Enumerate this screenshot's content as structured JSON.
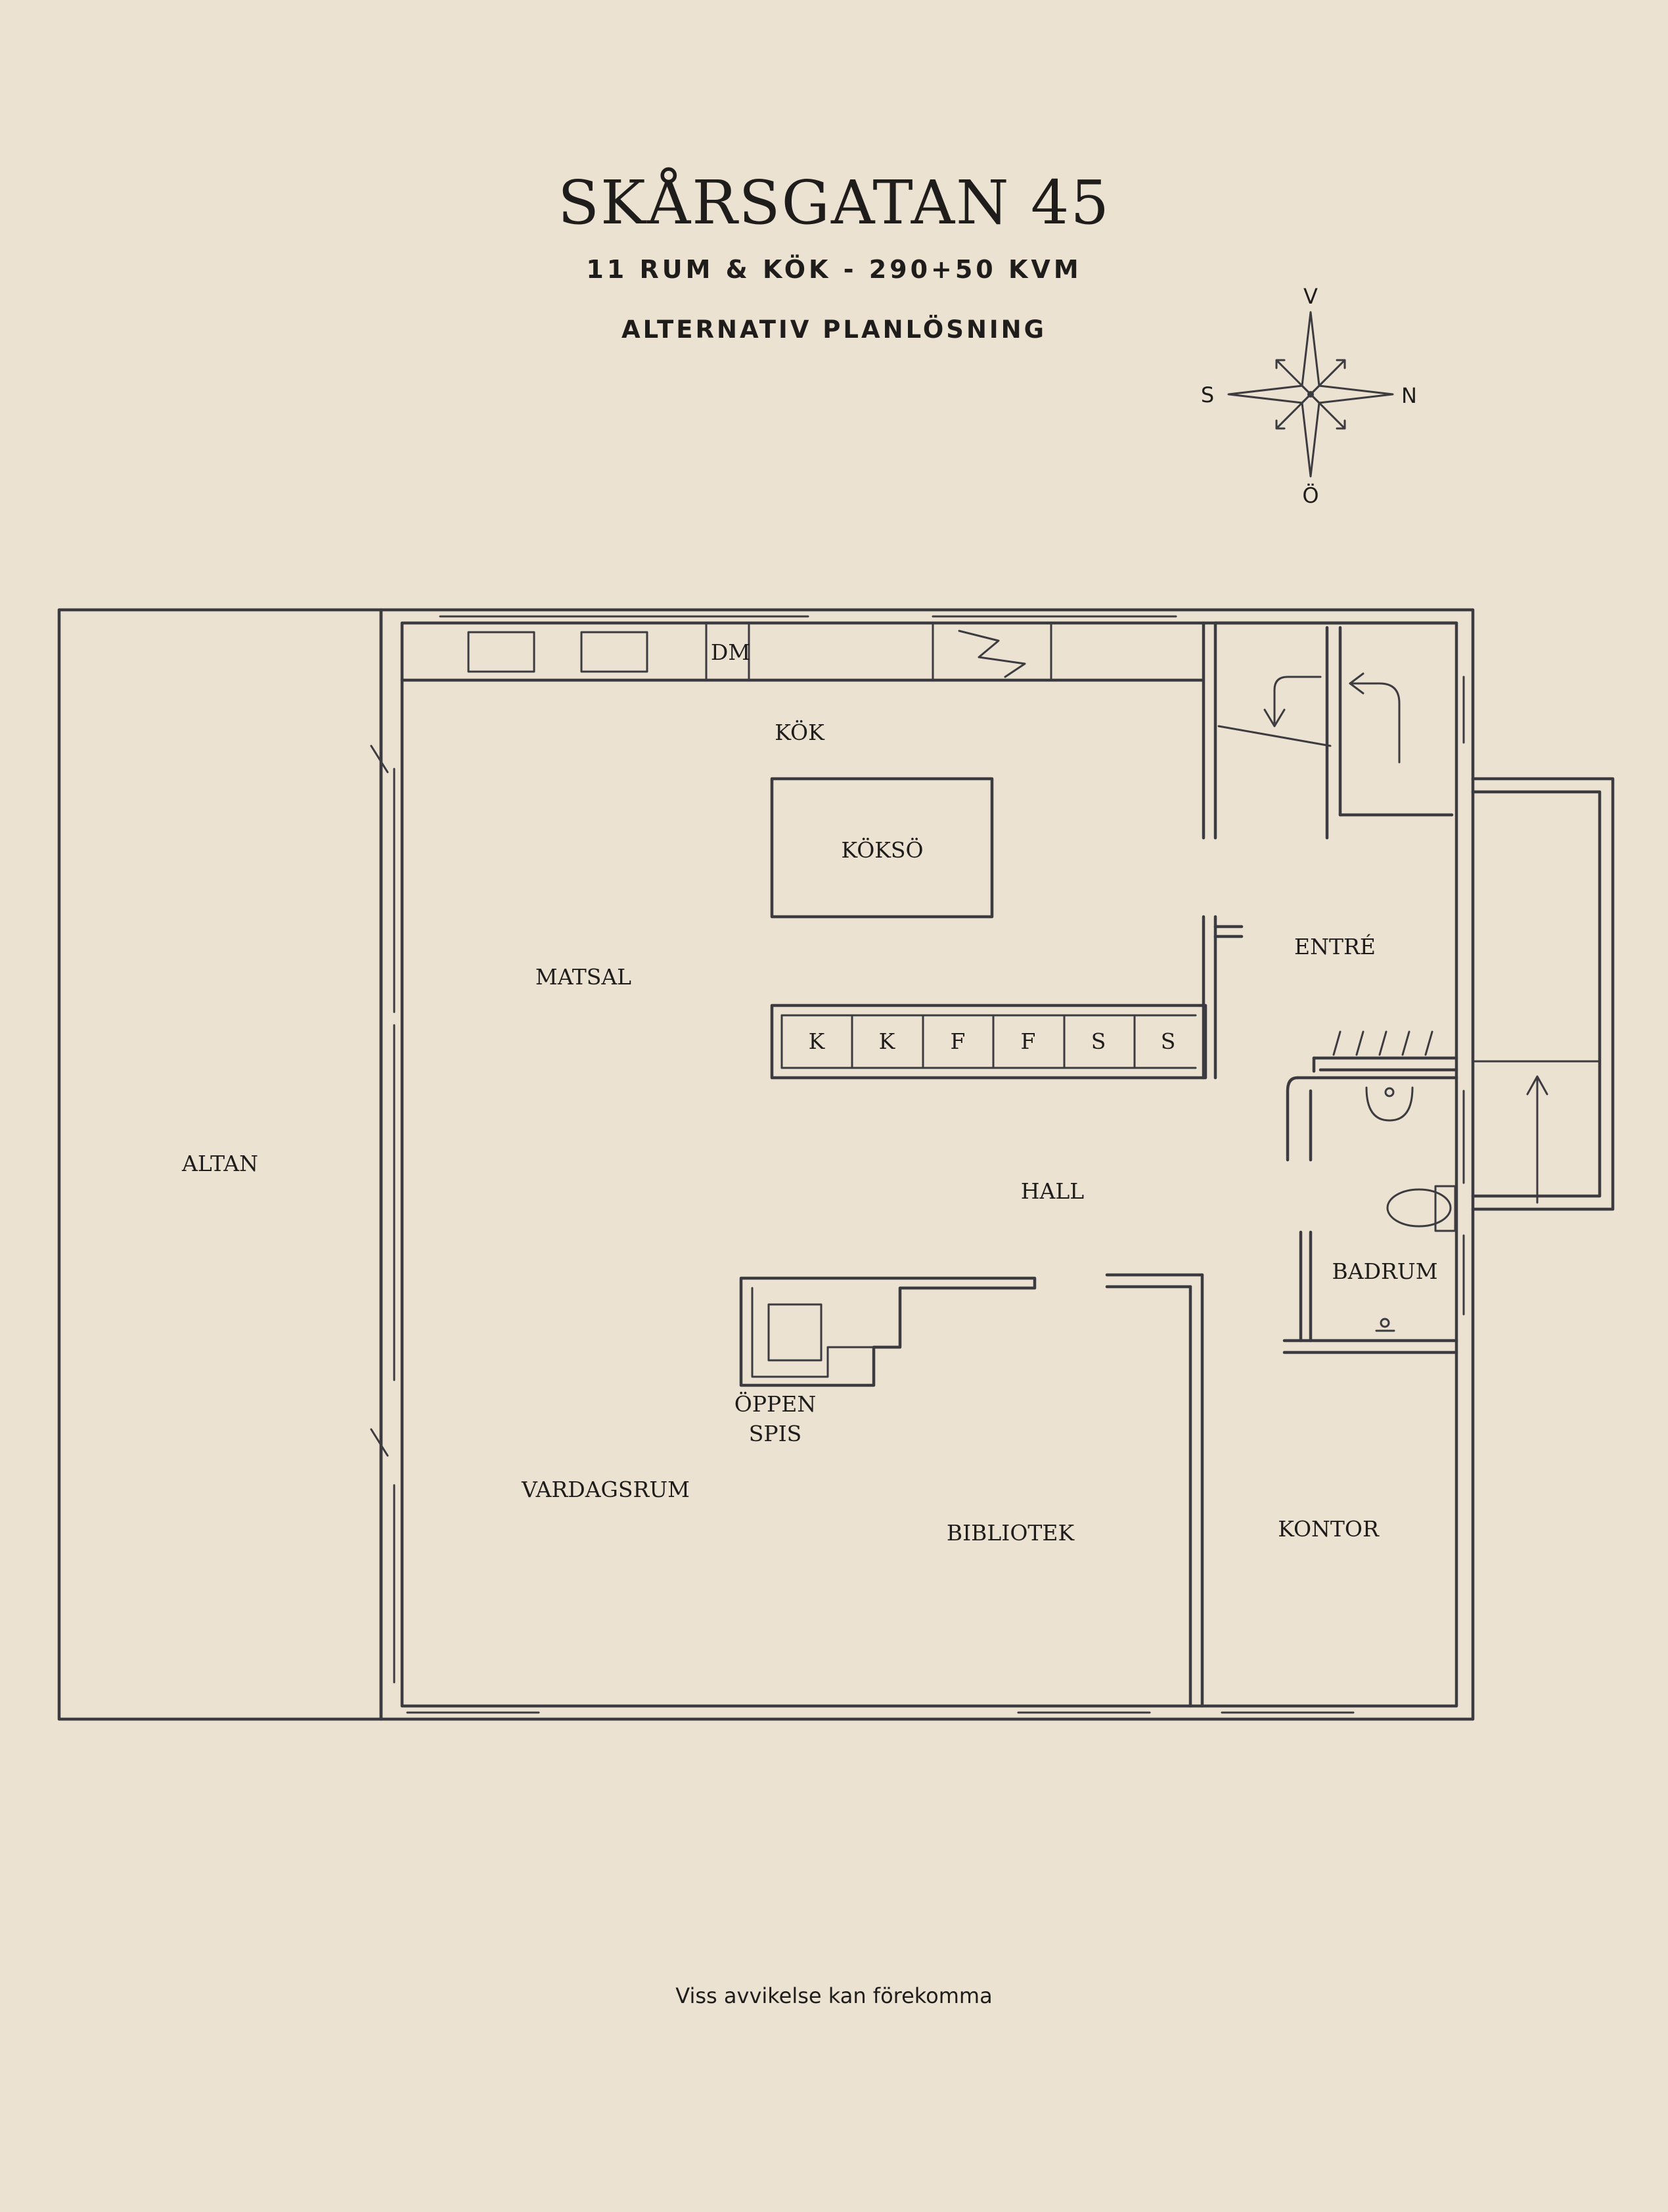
{
  "header": {
    "title": "SKÅRSGATAN 45",
    "subtitle": "11 RUM & KÖK  -  290+50 KVM",
    "subtitle2": "ALTERNATIV PLANLÖSNING"
  },
  "compass": {
    "north": "N",
    "south": "S",
    "west": "V",
    "east": "Ö"
  },
  "rooms": {
    "altan": "ALTAN",
    "kok": "KÖK",
    "dm": "DM",
    "kokso": "KÖKSÖ",
    "matsal": "MATSAL",
    "entre": "ENTRÉ",
    "hall": "HALL",
    "badrum": "BADRUM",
    "oppen_spis_1": "ÖPPEN",
    "oppen_spis_2": "SPIS",
    "vardagsrum": "VARDAGSRUM",
    "bibliotek": "BIBLIOTEK",
    "kontor": "KONTOR"
  },
  "cabinets": [
    "K",
    "K",
    "F",
    "F",
    "S",
    "S"
  ],
  "footnote": "Viss avvikelse kan förekomma"
}
